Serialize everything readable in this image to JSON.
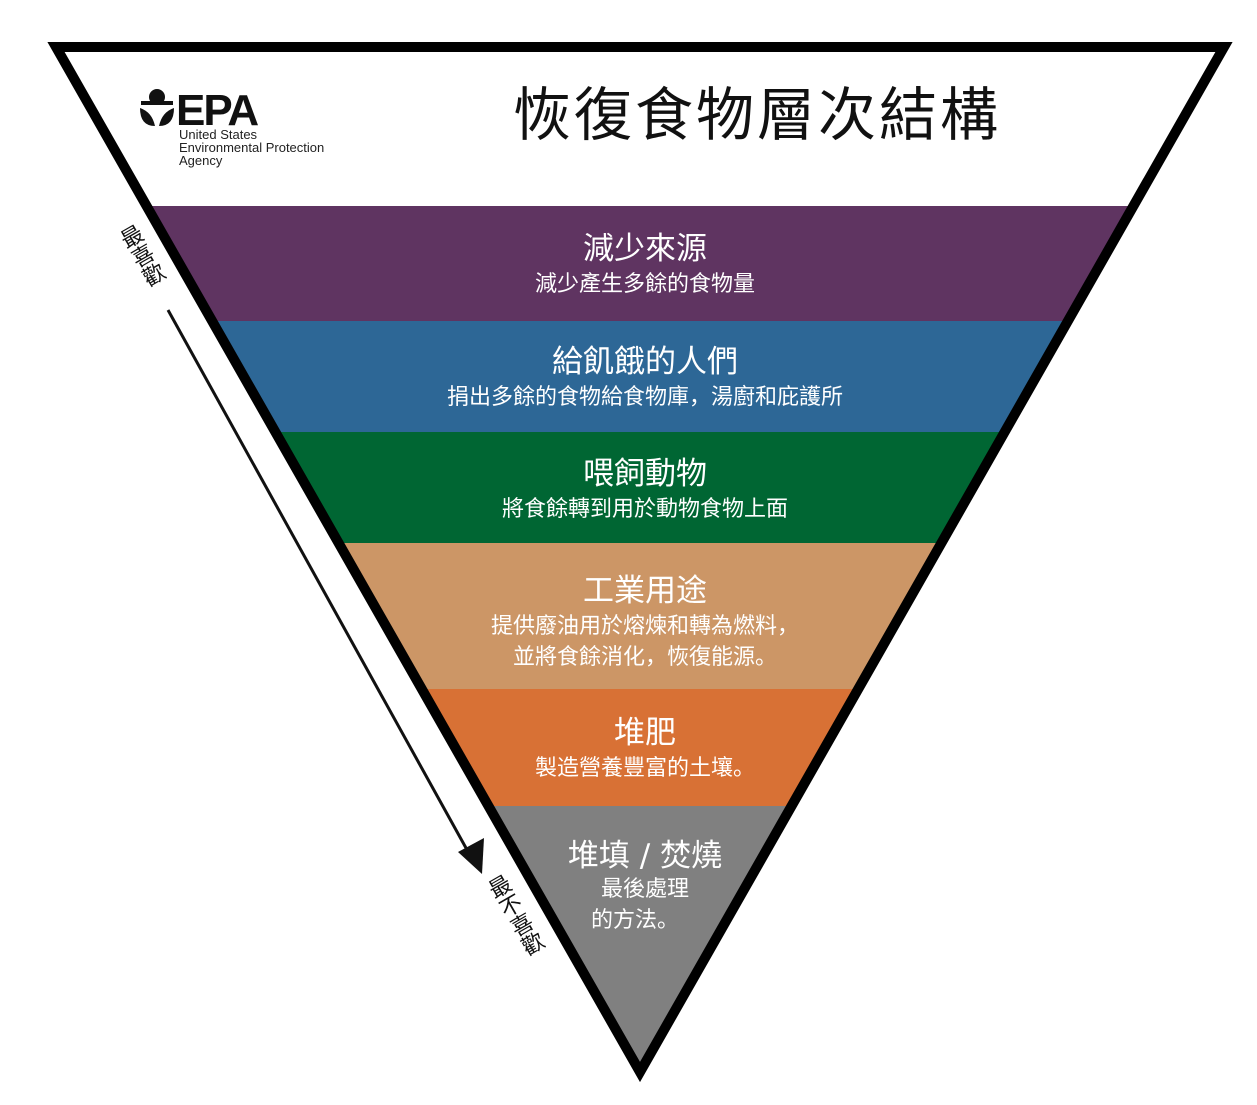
{
  "title": "恢復食物層次結構",
  "logo": {
    "mark": "EPA",
    "line1": "United States",
    "line2": "Environmental Protection",
    "line3": "Agency"
  },
  "arrow": {
    "top_label": "最喜歡",
    "bottom_label": "最不喜歡"
  },
  "tiers": [
    {
      "heading": "減少來源",
      "lines": [
        "減少產生多餘的食物量"
      ],
      "color": "#5f3461"
    },
    {
      "heading": "給飢餓的人們",
      "lines": [
        "捐出多餘的食物給食物庫，湯廚和庇護所"
      ],
      "color": "#2d6796"
    },
    {
      "heading": "喂飼動物",
      "lines": [
        "將食餘轉到用於動物食物上面"
      ],
      "color": "#006633"
    },
    {
      "heading": "工業用途",
      "lines": [
        "提供廢油用於熔煉和轉為燃料，",
        "並將食餘消化，恢復能源。"
      ],
      "color": "#cc9666"
    },
    {
      "heading": "堆肥",
      "lines": [
        "製造營養豐富的土壤。"
      ],
      "color": "#d87135"
    },
    {
      "heading": "堆填 / 焚燒",
      "lines": [
        "最後處理",
        "的方法。"
      ],
      "color": "#808080"
    }
  ]
}
